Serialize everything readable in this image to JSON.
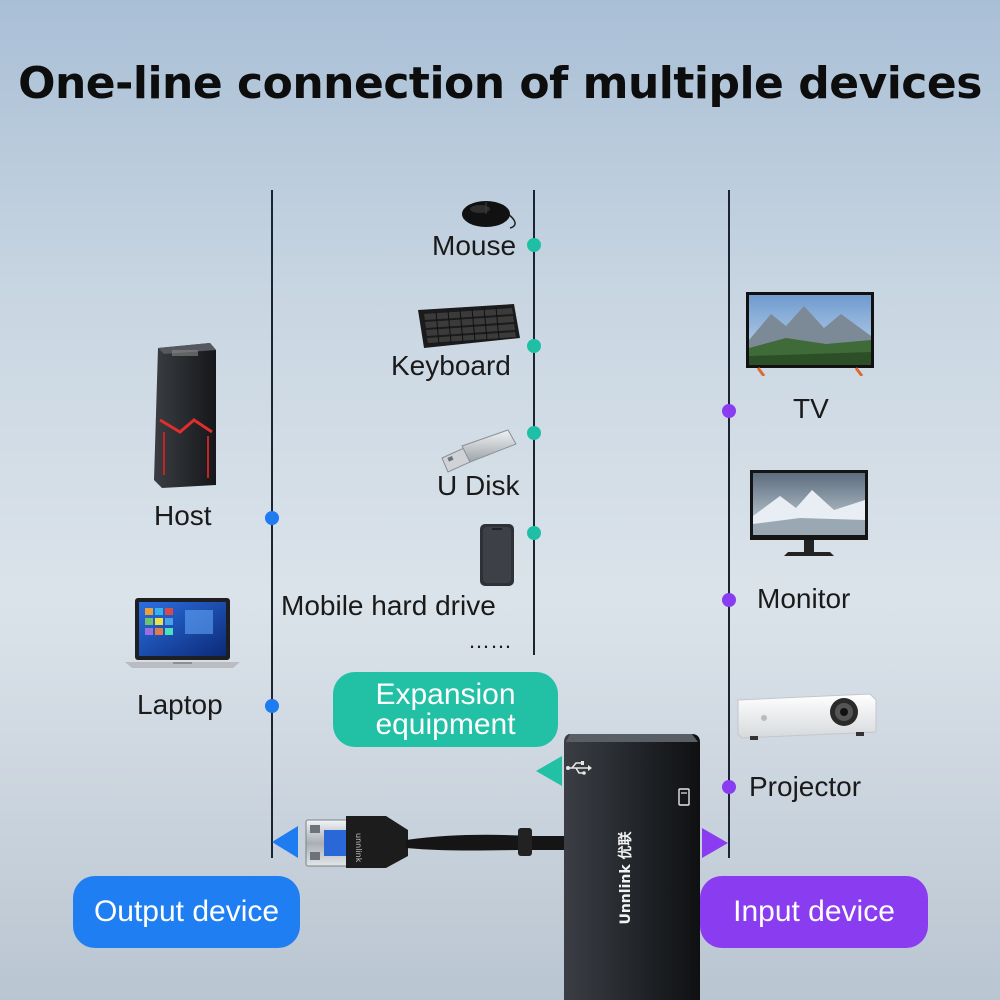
{
  "title": "One-line connection of multiple devices",
  "left_column": {
    "items": [
      {
        "label": "Host",
        "icon": "desktop-tower-icon"
      },
      {
        "label": "Laptop",
        "icon": "laptop-icon"
      }
    ],
    "pill": "Output device",
    "color": "#1f7ff2"
  },
  "middle_column": {
    "items": [
      {
        "label": "Mouse",
        "icon": "mouse-icon"
      },
      {
        "label": "Keyboard",
        "icon": "keyboard-icon"
      },
      {
        "label": "U Disk",
        "icon": "usb-drive-icon"
      },
      {
        "label": "Mobile hard drive",
        "icon": "hard-drive-icon"
      }
    ],
    "more": "……",
    "pill_line1": "Expansion",
    "pill_line2": "equipment",
    "color": "#22c0a5"
  },
  "right_column": {
    "items": [
      {
        "label": "TV",
        "icon": "tv-icon"
      },
      {
        "label": "Monitor",
        "icon": "monitor-icon"
      },
      {
        "label": "Projector",
        "icon": "projector-icon"
      }
    ],
    "pill": "Input device",
    "color": "#8a3cf0"
  },
  "adapter": {
    "brand": "Unnlink 优联",
    "cable_brand": "unnlink",
    "icons": [
      "usb-symbol-icon",
      "display-port-icon"
    ]
  }
}
